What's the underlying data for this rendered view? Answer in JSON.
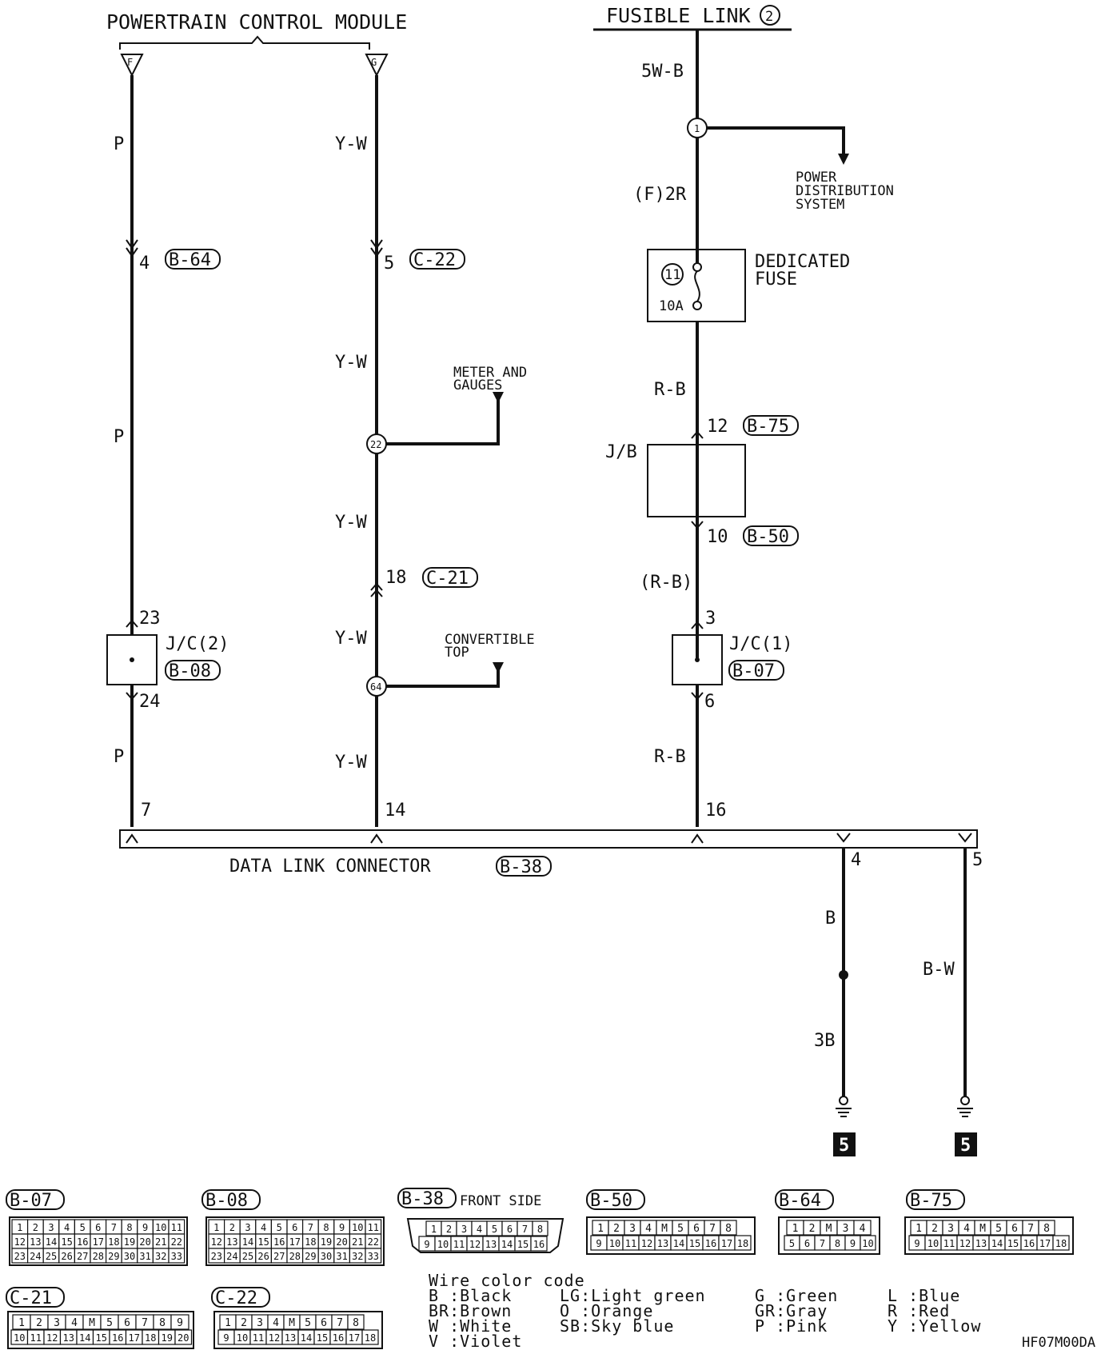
{
  "labels": {
    "pcm": "POWERTRAIN CONTROL MODULE",
    "fusible": "FUSIBLE LINK",
    "fusible_num": "2",
    "pin_f": "F",
    "pin_g": "G",
    "wire_5wb": "5W-B",
    "splice1": "1",
    "pds_1": "POWER",
    "pds_2": "DISTRIBUTION",
    "pds_3": "SYSTEM",
    "wire_f2r": "(F)2R",
    "fuse_num": "11",
    "fuse_amp": "10A",
    "ded_1": "DEDICATED",
    "ded_2": "FUSE",
    "wire_rb_1": "R-B",
    "pin12": "12",
    "b75": "B-75",
    "jb": "J/B",
    "pin10": "10",
    "b50": "B-50",
    "wire_rb_paren": "(R-B)",
    "pin3": "3",
    "jc1": "J/C(1)",
    "b07": "B-07",
    "pin6": "6",
    "wire_rb_2": "R-B",
    "pin16": "16",
    "p_1": "P",
    "pin4": "4",
    "b64": "B-64",
    "p_2": "P",
    "pin23": "23",
    "jc2": "J/C(2)",
    "b08": "B-08",
    "pin24": "24",
    "p_3": "P",
    "pin7": "7",
    "yw_1": "Y-W",
    "pin5": "5",
    "c22": "C-22",
    "yw_2": "Y-W",
    "meter_1": "METER AND",
    "meter_2": "GAUGES",
    "splice22": "22",
    "yw_3": "Y-W",
    "pin18": "18",
    "c21": "C-21",
    "yw_4": "Y-W",
    "conv_1": "CONVERTIBLE",
    "conv_2": "TOP",
    "splice64": "64",
    "yw_5": "Y-W",
    "pin14": "14",
    "dlc": "DATA LINK CONNECTOR",
    "b38": "B-38",
    "gnd_pin4": "4",
    "gnd_pin5": "5",
    "wire_b": "B",
    "wire_3b": "3B",
    "wire_bw": "B-W",
    "ground_1": "5",
    "ground_2": "5",
    "front_side": "FRONT SIDE",
    "figure_id": "HF07M00DA"
  },
  "connectors": {
    "b07": "B-07",
    "b08": "B-08",
    "b38": "B-38",
    "b50": "B-50",
    "b64": "B-64",
    "b75": "B-75",
    "c21": "C-21",
    "c22": "C-22",
    "grid_33_row1": [
      "1",
      "2",
      "3",
      "4",
      "5",
      "6",
      "7",
      "8",
      "9",
      "10",
      "11"
    ],
    "grid_33_row2": [
      "12",
      "13",
      "14",
      "15",
      "16",
      "17",
      "18",
      "19",
      "20",
      "21",
      "22"
    ],
    "grid_33_row3": [
      "23",
      "24",
      "25",
      "26",
      "27",
      "28",
      "29",
      "30",
      "31",
      "32",
      "33"
    ],
    "b38_row1": [
      "1",
      "2",
      "3",
      "4",
      "5",
      "6",
      "7",
      "8"
    ],
    "b38_row2": [
      "9",
      "10",
      "11",
      "12",
      "13",
      "14",
      "15",
      "16"
    ],
    "b50_row1": [
      "1",
      "2",
      "3",
      "4",
      "M",
      "5",
      "6",
      "7",
      "8"
    ],
    "b50_row2": [
      "9",
      "10",
      "11",
      "12",
      "13",
      "14",
      "15",
      "16",
      "17",
      "18"
    ],
    "b64_row1": [
      "1",
      "2",
      "M",
      "3",
      "4"
    ],
    "b64_row2": [
      "5",
      "6",
      "7",
      "8",
      "9",
      "10"
    ],
    "c21_row1": [
      "1",
      "2",
      "3",
      "4",
      "M",
      "5",
      "6",
      "7",
      "8",
      "9"
    ],
    "c21_row2": [
      "10",
      "11",
      "12",
      "13",
      "14",
      "15",
      "16",
      "17",
      "18",
      "19",
      "20"
    ]
  },
  "legend": {
    "title": "Wire color code",
    "col1": [
      "B :Black",
      "BR:Brown",
      "W :White",
      "V :Violet"
    ],
    "col2": [
      "LG:Light green",
      "O :Orange",
      "SB:Sky blue"
    ],
    "col3": [
      "G :Green",
      "GR:Gray",
      "P :Pink"
    ],
    "col4": [
      "L :Blue",
      "R :Red",
      "Y :Yellow"
    ]
  }
}
